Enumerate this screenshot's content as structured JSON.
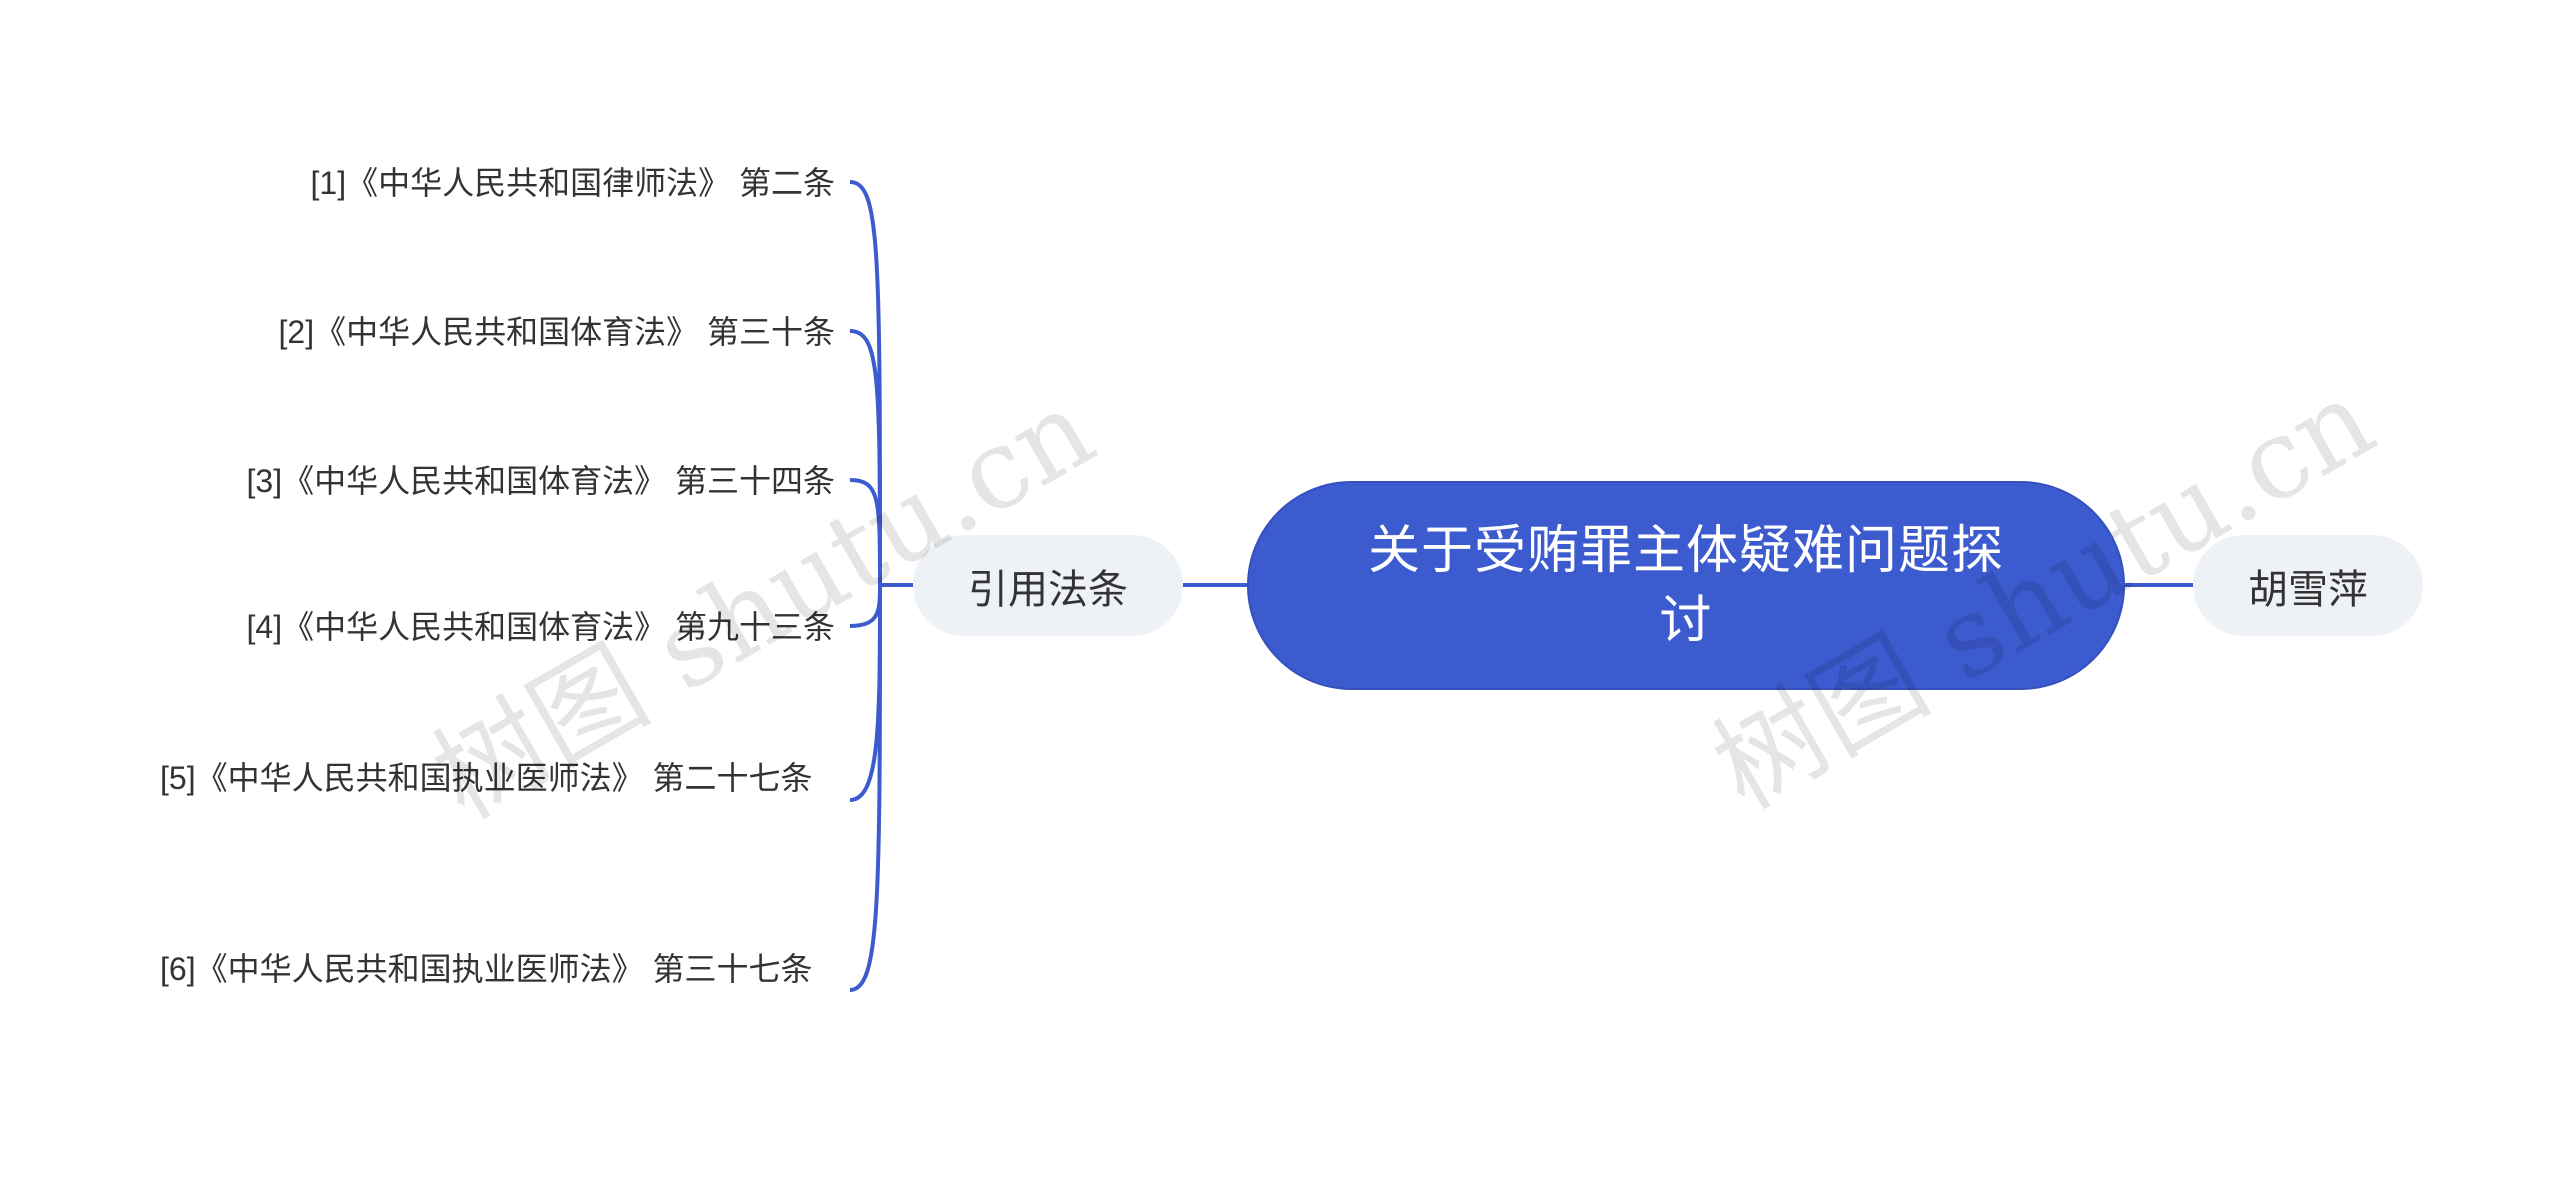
{
  "central": {
    "title": "关于受贿罪主体疑难问题探讨"
  },
  "left_topic": {
    "label": "引用法条"
  },
  "right_topic": {
    "label": "胡雪萍"
  },
  "references": [
    "[1]《中华人民共和国律师法》 第二条",
    "[2]《中华人民共和国体育法》 第三十条",
    "[3]《中华人民共和国体育法》 第三十四条",
    "[4]《中华人民共和国体育法》 第九十三条",
    "[5]《中华人民共和国执业医师法》 第二十七条",
    "[6]《中华人民共和国执业医师法》 第三十七条"
  ],
  "watermarks": [
    "树图 shutu.cn",
    "树图 shutu.cn"
  ],
  "colors": {
    "primary": "#3c5bce",
    "topic_bg": "#eef1f6",
    "line": "#3c5bce"
  }
}
